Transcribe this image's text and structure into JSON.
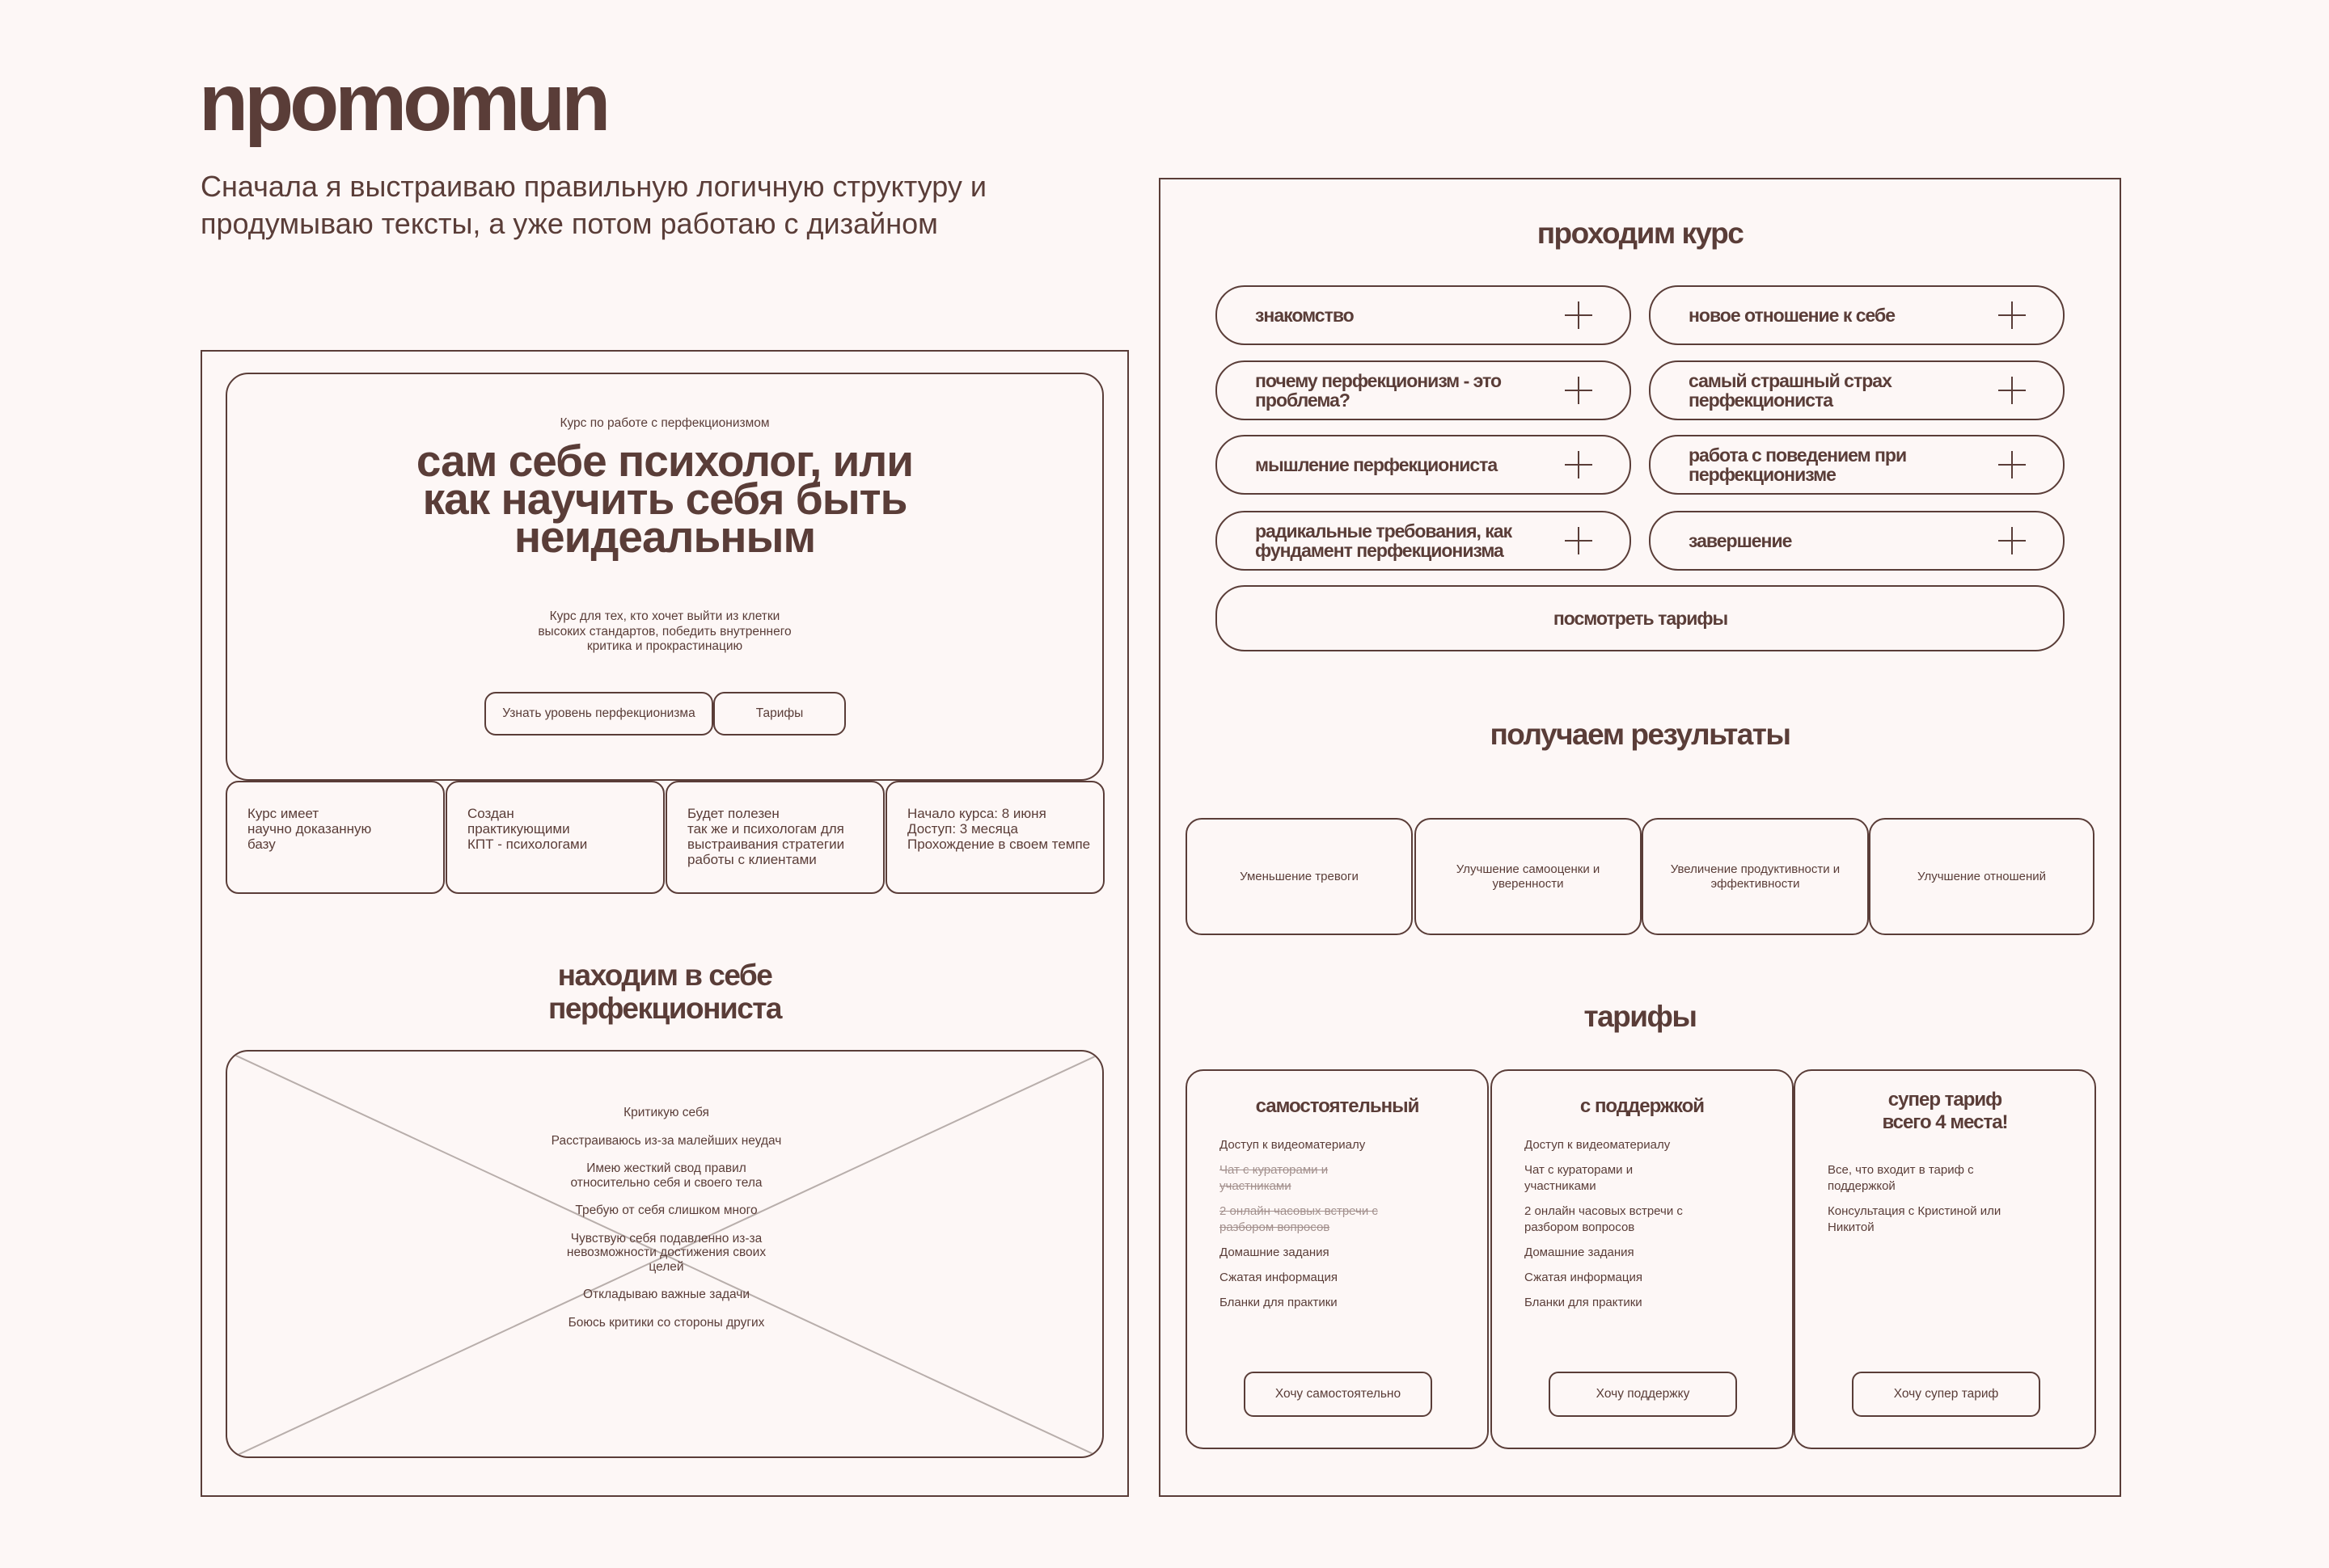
{
  "brand": {
    "logo": "npomomun",
    "intro": "Сначала я выстраиваю правильную логичную структуру и продумываю тексты, а уже потом работаю с дизайном"
  },
  "hero": {
    "eyebrow": "Курс по работе с перфекционизмом",
    "title": "сам себе психолог, или как научить себя быть неидеальным",
    "description": "Курс для тех, кто хочет выйти из клетки высоких стандартов, победить внутреннего критика и прокрастинацию",
    "btn_level": "Узнать уровень перфекционизма",
    "btn_tariffs": "Тарифы"
  },
  "info_cards": [
    "Курс имеет\nнаучно доказанную\nбазу",
    "Создан\nпрактикующими\nКПТ  - психологами",
    "Будет полезен\nтак же и психологам для\nвыстраивания стратегии\nработы с клиентами",
    "Начало курса: 8 июня\nДоступ: 3 месяца\nПрохождение в своем темпе"
  ],
  "find": {
    "title": "находим в себе перфекциониста",
    "items": [
      "Критикую себя",
      "Расстраиваюсь из-за малейших неудач",
      "Имею жесткий свод правил относительно себя и своего тела",
      "Требую от себя слишком много",
      "Чувствую себя подавленно из-за невозможности достижения своих целей",
      "Откладываю важные задачи",
      "Боюсь критики со стороны других"
    ]
  },
  "course": {
    "title": "проходим курс",
    "modules": [
      "знакомство",
      "новое отношение к себе",
      "почему перфекционизм - это проблема?",
      "самый страшный страх перфекциониста",
      "мышление перфекциониста",
      "работа с поведением при перфекционизме",
      "радикальные требования, как фундамент перфекционизма",
      "завершение"
    ],
    "see_tariffs": "посмотреть тарифы"
  },
  "results": {
    "title": "получаем результаты",
    "items": [
      "Уменьшение тревоги",
      "Улучшение самооценки и уверенности",
      "Увеличение продуктивности и эффективности",
      "Улучшение отношений"
    ]
  },
  "tariffs": {
    "title": "тарифы",
    "plans": [
      {
        "name": "самостоятельный",
        "button": "Хочу самостоятельно",
        "features": [
          {
            "text": "Доступ к видеоматериалу",
            "included": true
          },
          {
            "text": "Чат с кураторами и участниками",
            "included": false
          },
          {
            "text": "2 онлайн часовых встречи с разбором вопросов",
            "included": false
          },
          {
            "text": "Домашние задания",
            "included": true
          },
          {
            "text": "Сжатая информация",
            "included": true
          },
          {
            "text": "Бланки для практики",
            "included": true
          }
        ]
      },
      {
        "name": "с поддержкой",
        "button": "Хочу поддержку",
        "features": [
          {
            "text": "Доступ к видеоматериалу",
            "included": true
          },
          {
            "text": "Чат с кураторами и участниками",
            "included": true
          },
          {
            "text": "2 онлайн часовых встречи с разбором вопросов",
            "included": true
          },
          {
            "text": "Домашние задания",
            "included": true
          },
          {
            "text": "Сжатая информация",
            "included": true
          },
          {
            "text": "Бланки для практики",
            "included": true
          }
        ]
      },
      {
        "name": "супер тариф всего 4 места!",
        "button": "Хочу супер тариф",
        "features": [
          {
            "text": "Все, что входит в тариф с поддержкой",
            "included": true
          },
          {
            "text": "Консультация с Кристиной или Никитой",
            "included": true
          }
        ]
      }
    ]
  },
  "colors": {
    "background": "#fdf7f6",
    "brown": "#5a3d38",
    "placeholder_cross": "#b8aeab"
  }
}
